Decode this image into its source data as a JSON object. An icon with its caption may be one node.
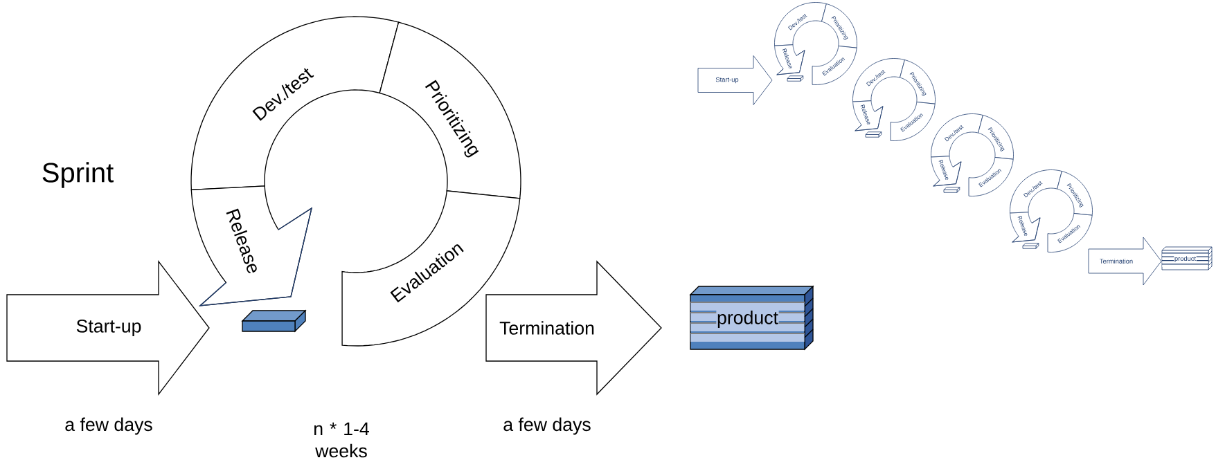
{
  "diagram": {
    "nodes": [
      {
        "text": [
          "Start-up"
        ],
        "beside": [
          "a few days"
        ]
      },
      {
        "text": [
          "Dev./test"
        ]
      },
      {
        "text": [
          "Prioritizing"
        ]
      },
      {
        "text": [
          "Release"
        ]
      },
      {
        "text": [
          "Evaluation"
        ]
      },
      {
        "text": [],
        "shape": "box"
      },
      {
        "text": [
          "product"
        ]
      },
      {
        "text": [
          "Start-up"
        ]
      },
      {
        "text": [
          "Dev./test"
        ]
      },
      {
        "text": [
          "Prioritizing"
        ]
      },
      {
        "text": [
          "Release"
        ]
      },
      {
        "text": [
          "Evaluation"
        ]
      },
      {
        "text": [],
        "shape": "box"
      },
      {
        "text": [
          "Dev./test"
        ]
      },
      {
        "text": [
          "Prioritizing"
        ]
      },
      {
        "text": [
          "Release"
        ]
      },
      {
        "text": [
          "Evaluation"
        ]
      },
      {
        "text": [],
        "shape": "box"
      },
      {
        "text": [
          "Dev./test"
        ]
      },
      {
        "text": [
          "Prioritizing"
        ]
      },
      {
        "text": [
          "Release"
        ]
      },
      {
        "text": [
          "Evaluation"
        ]
      },
      {
        "text": [],
        "shape": "box"
      },
      {
        "text": [
          "Dev./test"
        ]
      },
      {
        "text": [
          "Prioritizing"
        ]
      },
      {
        "text": [
          "Release"
        ]
      },
      {
        "text": [
          "Evaluation"
        ]
      },
      {
        "text": [],
        "shape": "box"
      },
      {
        "text": [
          "product"
        ]
      }
    ],
    "edges": [
      {
        "from": 4,
        "to": 6,
        "arrow": "to",
        "label": "Termination"
      },
      {
        "from": 26,
        "to": 28,
        "arrow": "to",
        "label": "Termination"
      }
    ],
    "labels": [
      "Sprint",
      "n * 1-4 weeks",
      "a few days"
    ]
  }
}
